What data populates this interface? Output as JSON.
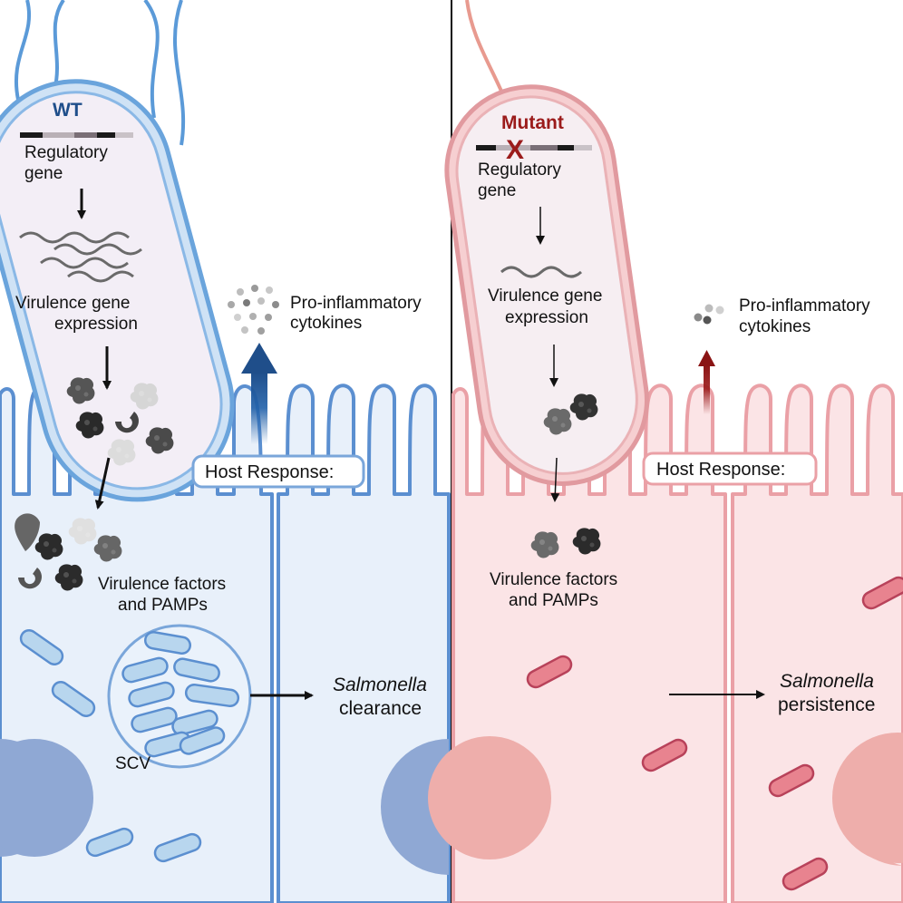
{
  "wt_panel": {
    "strain_label": "WT",
    "regulatory_gene": [
      "Regulatory",
      "gene"
    ],
    "virulence_expression": [
      "Virulence gene",
      "expression"
    ],
    "cytokines": [
      "Pro-inflammatory",
      "cytokines"
    ],
    "host_response": "Host Response:",
    "virulence_factors": [
      "Virulence factors",
      "and PAMPs"
    ],
    "scv": "SCV",
    "outcome_organism": "Salmonella",
    "outcome": "clearance"
  },
  "mutant_panel": {
    "strain_label": "Mutant",
    "knockout_mark": "X",
    "regulatory_gene": [
      "Regulatory",
      "gene"
    ],
    "virulence_expression": [
      "Virulence gene",
      "expression"
    ],
    "cytokines": [
      "Pro-inflammatory",
      "cytokines"
    ],
    "host_response": "Host Response:",
    "virulence_factors": [
      "Virulence factors",
      "and PAMPs"
    ],
    "outcome_organism": "Salmonella",
    "outcome": "persistence"
  },
  "colors": {
    "wt_accent": "#1f4e8a",
    "wt_cell_fill": "#e8f0fa",
    "wt_cell_stroke": "#5b8fd0",
    "mutant_accent": "#9b1b1b",
    "mutant_cell_fill": "#fbe4e6",
    "mutant_cell_stroke": "#eaa0a6"
  }
}
